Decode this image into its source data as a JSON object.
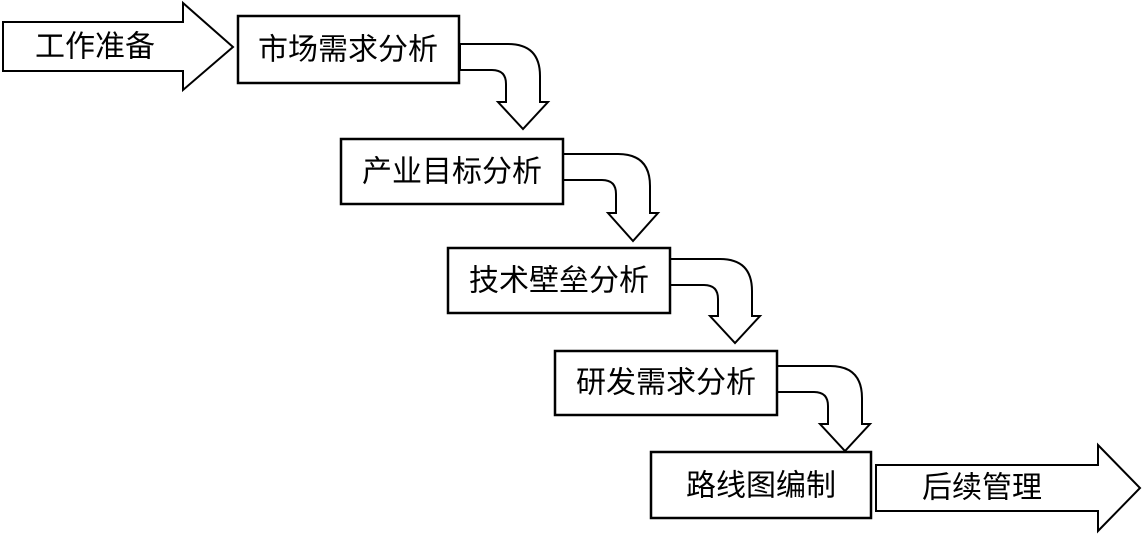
{
  "start_arrow": {
    "label": "工作准备"
  },
  "steps": [
    {
      "label": "市场需求分析"
    },
    {
      "label": "产业目标分析"
    },
    {
      "label": "技术壁垒分析"
    },
    {
      "label": "研发需求分析"
    },
    {
      "label": "路线图编制"
    }
  ],
  "end_arrow": {
    "label": "后续管理"
  },
  "colors": {
    "stroke": "#000000",
    "fill": "#ffffff"
  }
}
